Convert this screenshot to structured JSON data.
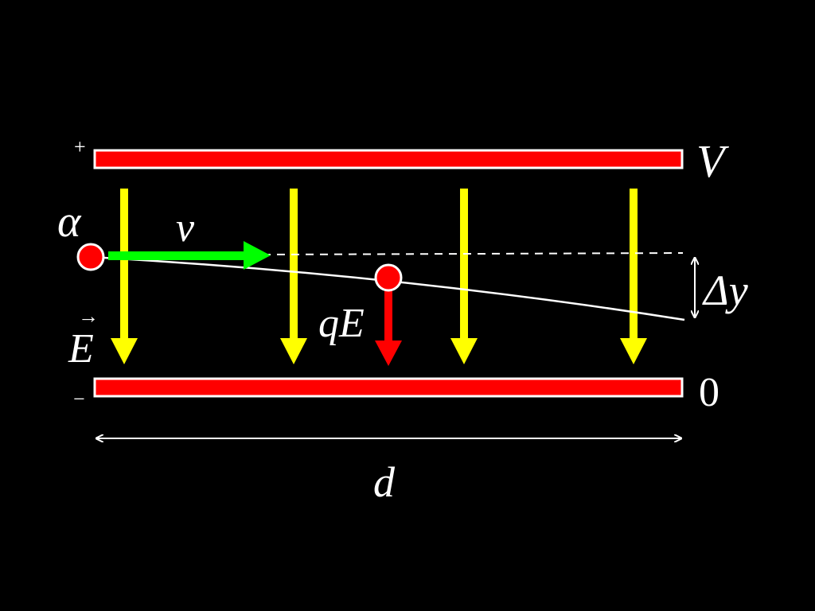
{
  "diagram": {
    "colors": {
      "background": "#000000",
      "plate": "#ff0000",
      "plate_border": "#ffffff",
      "field_arrow": "#ffff00",
      "velocity_arrow": "#00ff00",
      "force_arrow": "#ff0000",
      "particle": "#ff0000",
      "trajectory": "#ffffff"
    },
    "labels": {
      "plus": "+",
      "minus": "−",
      "voltage_top": "V",
      "voltage_bottom": "0",
      "particle": "α",
      "velocity": "v",
      "force": "qE",
      "field": "E",
      "field_vector_mark": "→",
      "deflection": "Δy",
      "length": "d"
    },
    "field_arrow_count": 4
  }
}
